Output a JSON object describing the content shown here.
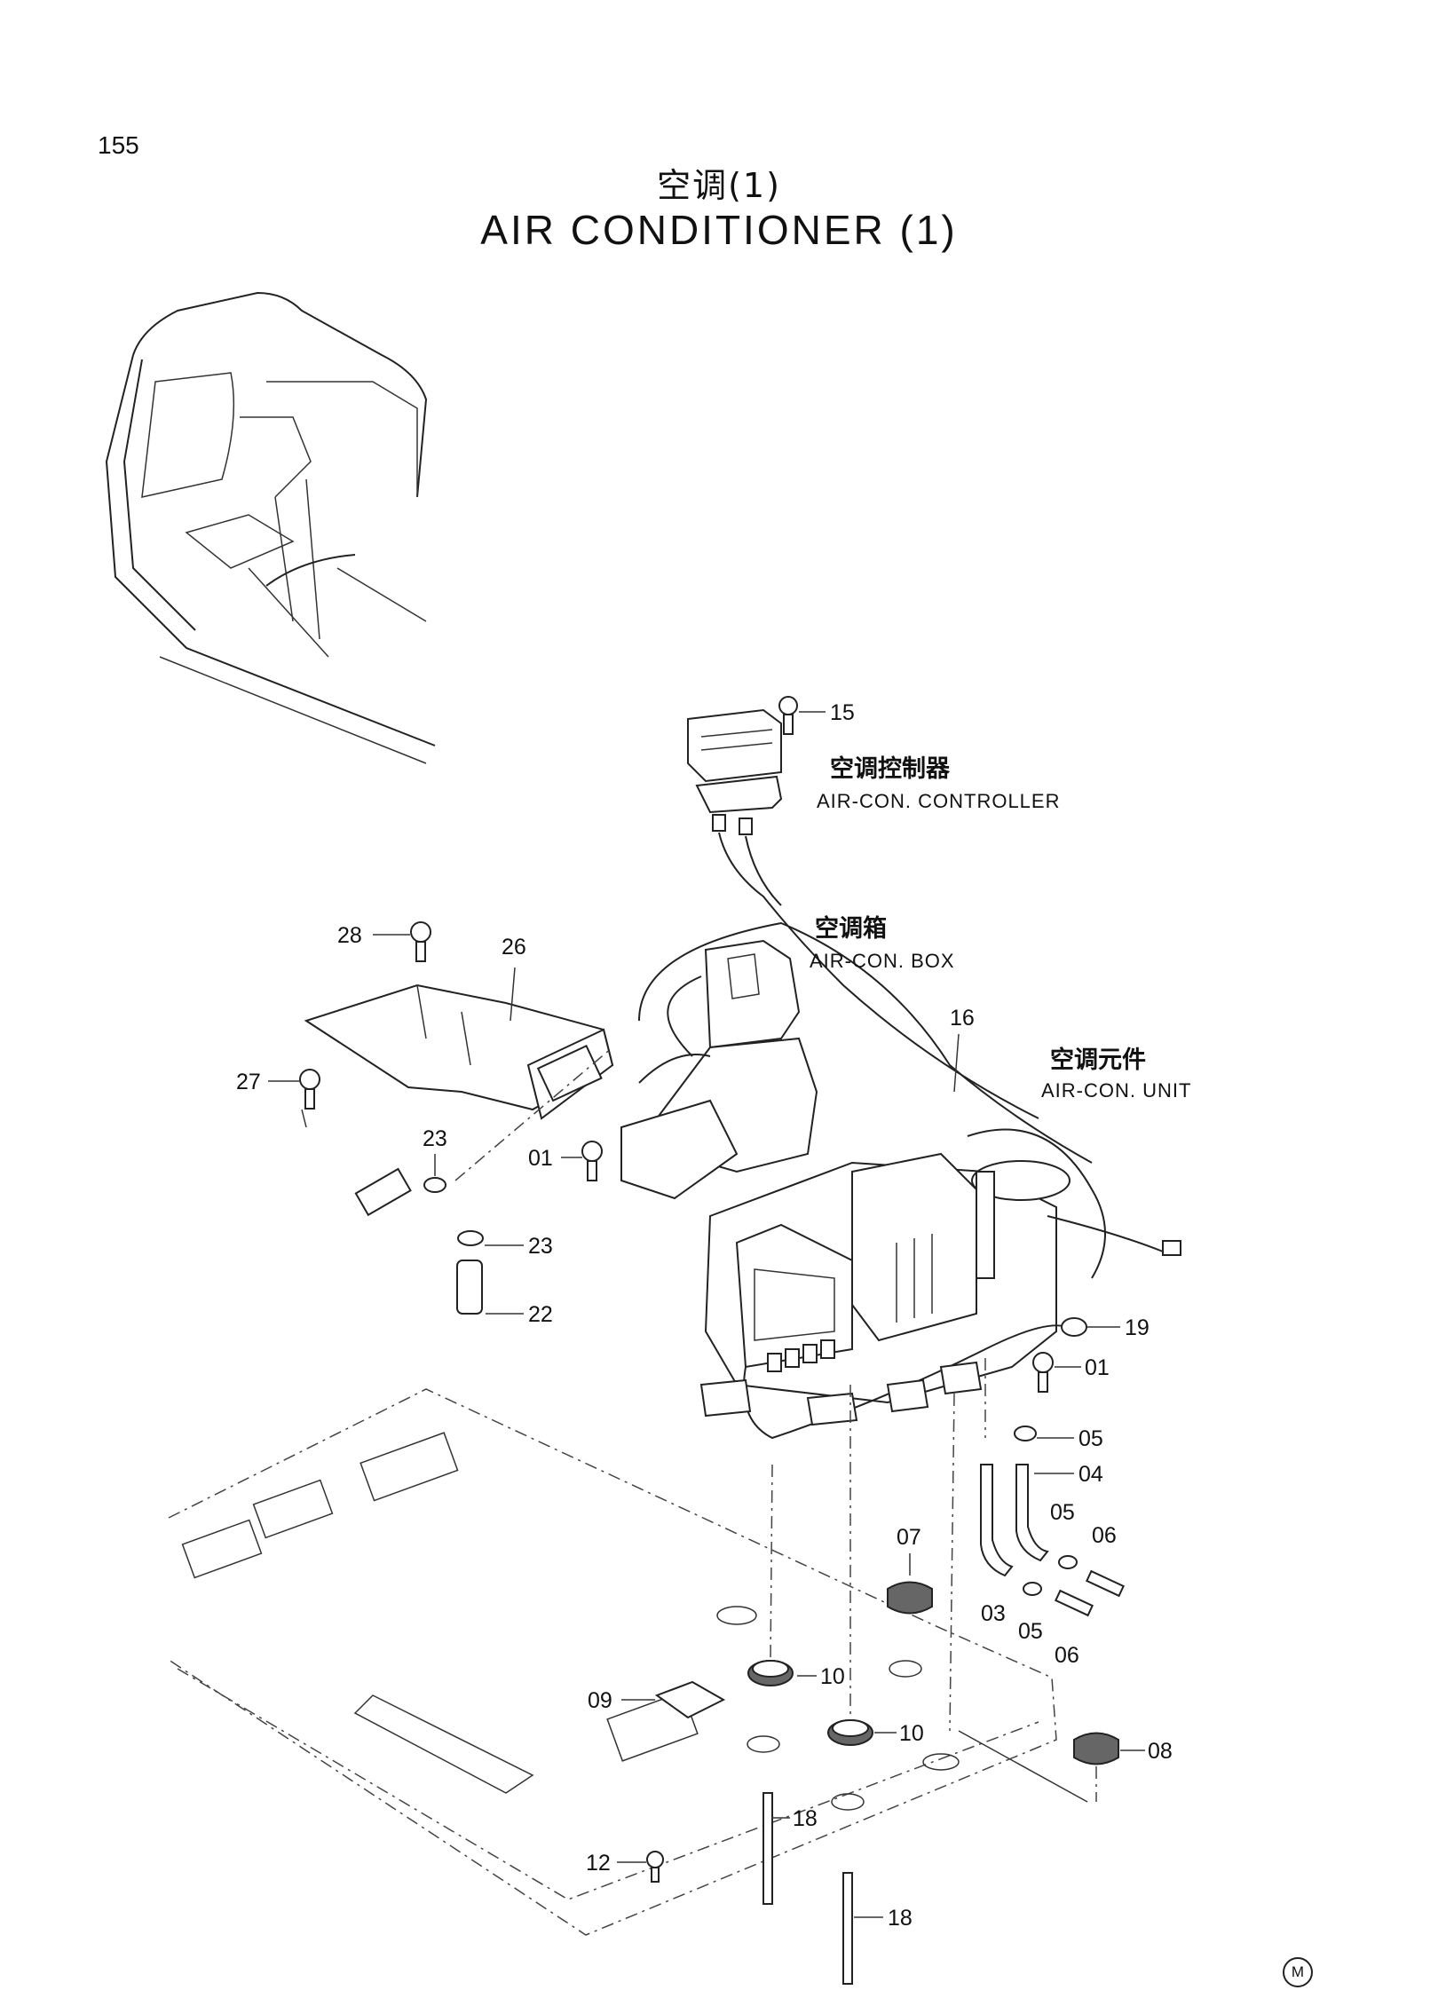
{
  "page_number": "155",
  "title_cn": "空调(1)",
  "title_en": "AIR  CONDITIONER  (1)",
  "assemblies": {
    "controller": {
      "cn": "空调控制器",
      "en": "AIR-CON. CONTROLLER"
    },
    "box": {
      "cn": "空调箱",
      "en": "AIR-CON. BOX"
    },
    "unit": {
      "cn": "空调元件",
      "en": "AIR-CON. UNIT"
    }
  },
  "callouts": {
    "c15": "15",
    "c28": "28",
    "c26": "26",
    "c27": "27",
    "c16": "16",
    "c23a": "23",
    "c01a": "01",
    "c23b": "23",
    "c22": "22",
    "c19": "19",
    "c01b": "01",
    "c05a": "05",
    "c04": "04",
    "c05b": "05",
    "c06a": "06",
    "c07": "07",
    "c03": "03",
    "c05c": "05",
    "c06b": "06",
    "c10a": "10",
    "c09": "09",
    "c10b": "10",
    "c08": "08",
    "c18a": "18",
    "c12": "12",
    "c18b": "18"
  },
  "corner_mark": "M"
}
